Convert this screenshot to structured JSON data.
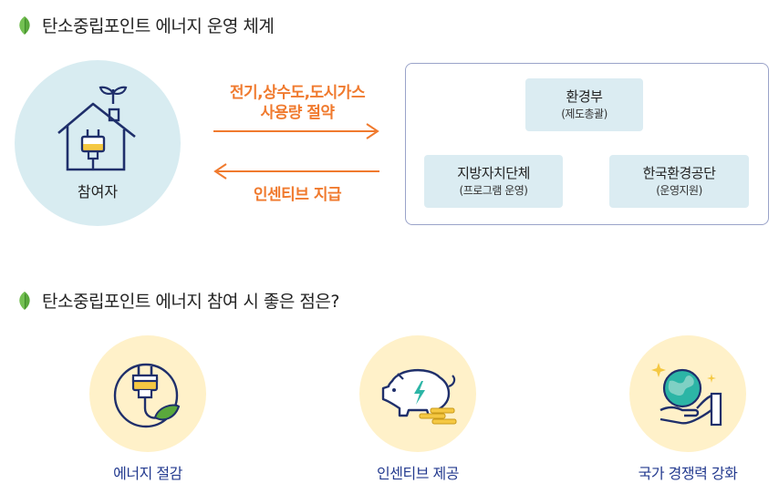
{
  "section1": {
    "title": "탄소중립포인트 에너지 운영 체계"
  },
  "participant": {
    "label": "참여자"
  },
  "flow": {
    "to_org_label_line1": "전기,상수도,도시가스",
    "to_org_label_line2": "사용량 절약",
    "to_participant_label": "인센티브 지급"
  },
  "organizations": [
    {
      "name": "환경부",
      "role": "(제도총괄)"
    },
    {
      "name": "지방자치단체",
      "role": "(프로그램 운영)"
    },
    {
      "name": "한국환경공단",
      "role": "(운영지원)"
    }
  ],
  "section2": {
    "title": "탄소중립포인트 에너지 참여 시 좋은 점은?"
  },
  "benefits": [
    {
      "label": "에너지 절감",
      "icon": "plug-leaf-icon"
    },
    {
      "label": "인센티브 제공",
      "icon": "piggy-bank-icon"
    },
    {
      "label": "국가 경쟁력 강화",
      "icon": "globe-hand-icon"
    }
  ],
  "colors": {
    "leaf": "#5aa83c",
    "arrow": "#f07a2e",
    "org_frame": "#9aa3c9",
    "org_box": "#dbecf2",
    "participant_circle": "#d8ecf1",
    "benefit_circle": "#fff1c9",
    "benefit_label": "#233a8f",
    "icon_line": "#1f2f6b"
  }
}
